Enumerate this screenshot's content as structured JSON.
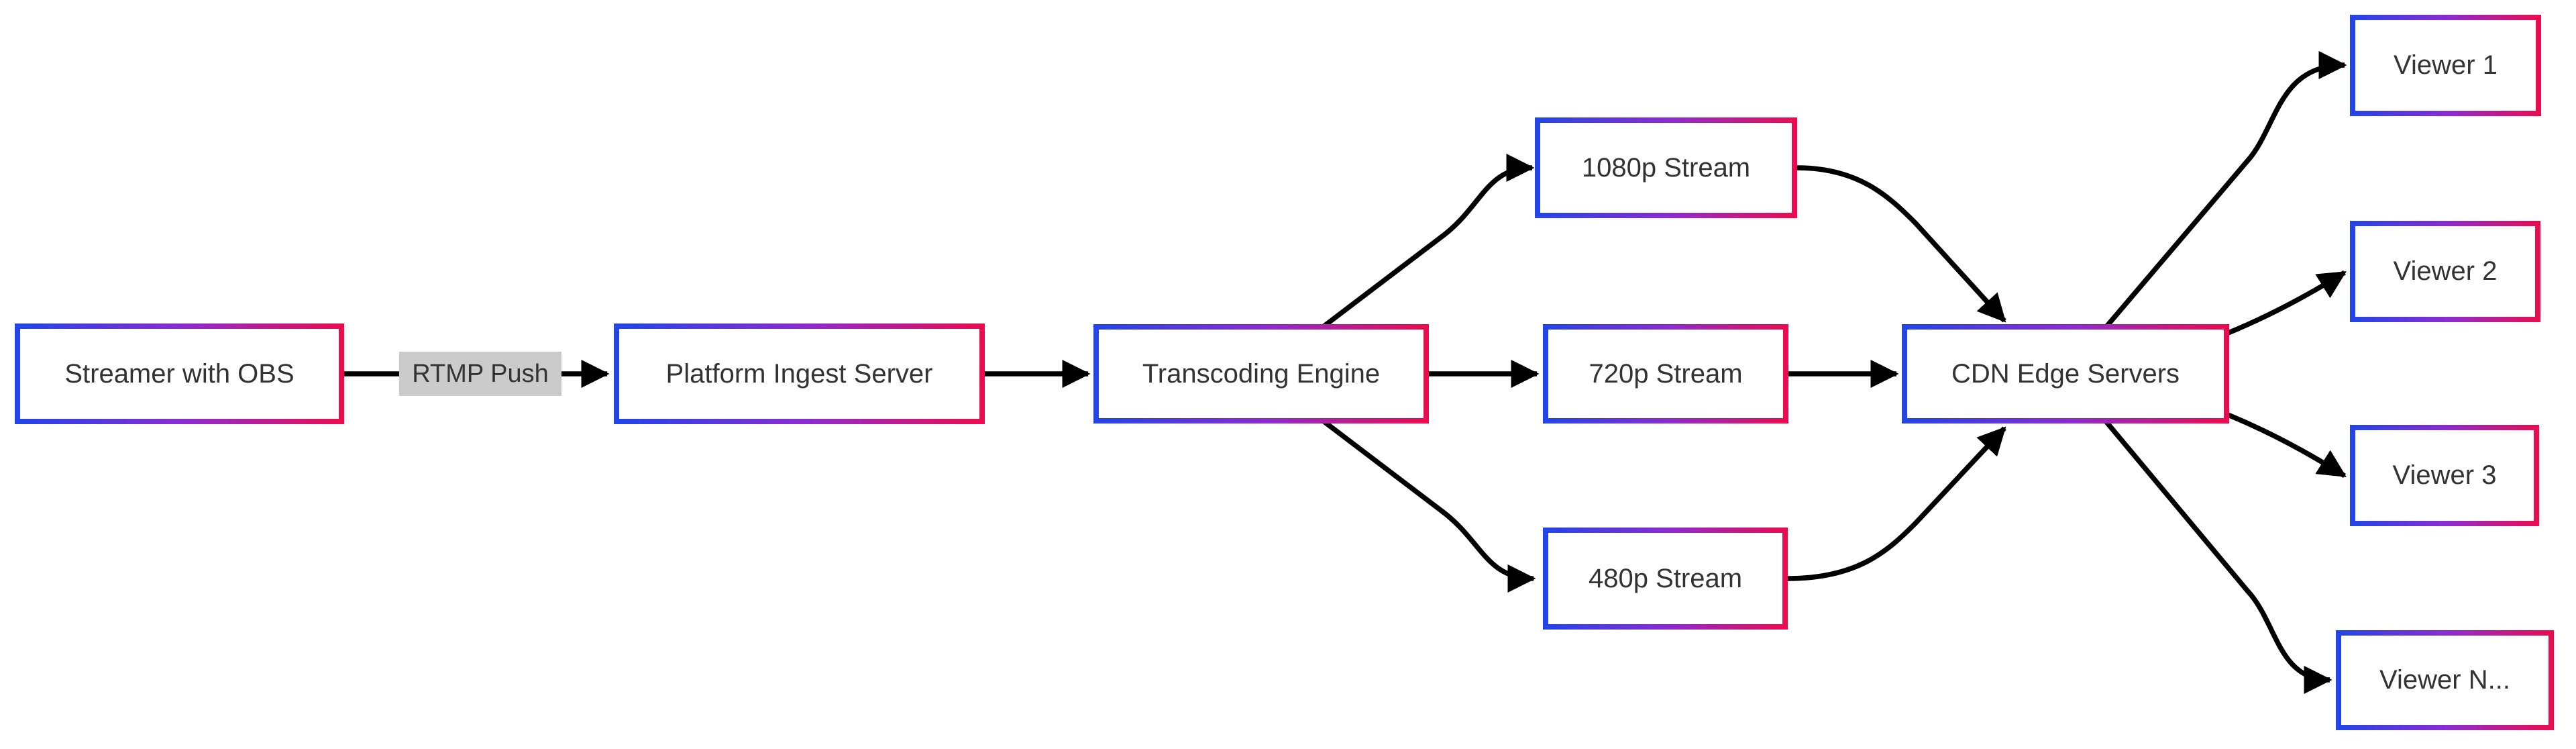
{
  "diagram": {
    "type": "flowchart-left-to-right",
    "background": "#ffffff",
    "colors": {
      "node_border_gradient_start": "#2045e8",
      "node_border_gradient_mid": "#8c2bd0",
      "node_border_gradient_end": "#ec0c4e",
      "node_fill": "#ffffff",
      "node_text": "#333333",
      "edge_stroke": "#000000",
      "edge_label_bg": "#cbcbcb",
      "edge_label_text": "#333333"
    },
    "nodes": [
      {
        "id": "streamer",
        "label": "Streamer with OBS"
      },
      {
        "id": "ingest",
        "label": "Platform Ingest Server"
      },
      {
        "id": "transcode",
        "label": "Transcoding Engine"
      },
      {
        "id": "s1080",
        "label": "1080p Stream"
      },
      {
        "id": "s720",
        "label": "720p Stream"
      },
      {
        "id": "s480",
        "label": "480p Stream"
      },
      {
        "id": "cdn",
        "label": "CDN Edge Servers"
      },
      {
        "id": "viewer1",
        "label": "Viewer 1"
      },
      {
        "id": "viewer2",
        "label": "Viewer 2"
      },
      {
        "id": "viewer3",
        "label": "Viewer 3"
      },
      {
        "id": "viewerN",
        "label": "Viewer N..."
      }
    ],
    "edges": [
      {
        "from": "streamer",
        "to": "ingest",
        "label": "RTMP Push"
      },
      {
        "from": "ingest",
        "to": "transcode",
        "label": ""
      },
      {
        "from": "transcode",
        "to": "s1080",
        "label": ""
      },
      {
        "from": "transcode",
        "to": "s720",
        "label": ""
      },
      {
        "from": "transcode",
        "to": "s480",
        "label": ""
      },
      {
        "from": "s1080",
        "to": "cdn",
        "label": ""
      },
      {
        "from": "s720",
        "to": "cdn",
        "label": ""
      },
      {
        "from": "s480",
        "to": "cdn",
        "label": ""
      },
      {
        "from": "cdn",
        "to": "viewer1",
        "label": ""
      },
      {
        "from": "cdn",
        "to": "viewer2",
        "label": ""
      },
      {
        "from": "cdn",
        "to": "viewer3",
        "label": ""
      },
      {
        "from": "cdn",
        "to": "viewerN",
        "label": ""
      }
    ]
  }
}
